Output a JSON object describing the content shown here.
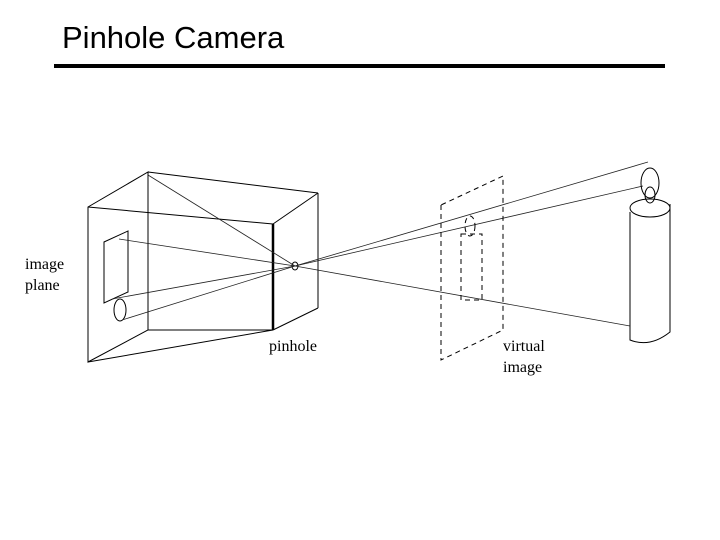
{
  "slide": {
    "title": "Pinhole Camera"
  },
  "figure": {
    "labels": {
      "image_plane_line1": "image",
      "image_plane_line2": "plane",
      "pinhole": "pinhole",
      "virtual_image_line1": "virtual",
      "virtual_image_line2": "image"
    }
  }
}
